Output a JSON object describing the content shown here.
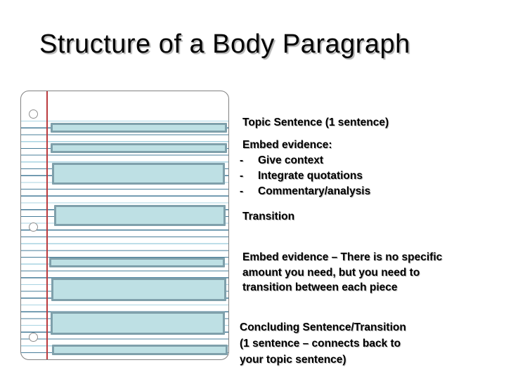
{
  "slide": {
    "title": "Structure of a Body Paragraph",
    "background": "#ffffff"
  },
  "notebook_graphic": {
    "highlight_count": 8,
    "hole_count": 3,
    "colors": {
      "highlight_fill": "#bee0e4",
      "highlight_border": "#7fa0ab",
      "rule_line_dark": "#477d99",
      "rule_line_light": "#a8d3e2",
      "margin_line_red": "#bb3a3e",
      "paper_border": "#808080"
    }
  },
  "annotations": {
    "topic_sentence": "Topic Sentence (1 sentence)",
    "embed_evidence": {
      "heading": "Embed evidence:",
      "bullet": "-",
      "items": [
        "Give context",
        "Integrate quotations",
        "Commentary/analysis"
      ]
    },
    "transition": "Transition",
    "embed_evidence_note": {
      "lines": [
        "Embed evidence – There is no specific",
        "amount you need, but you need to",
        "transition between each piece"
      ]
    },
    "concluding_sentence": {
      "lines": [
        "Concluding Sentence/Transition",
        "(1 sentence – connects back to",
        "your topic sentence)"
      ]
    }
  }
}
